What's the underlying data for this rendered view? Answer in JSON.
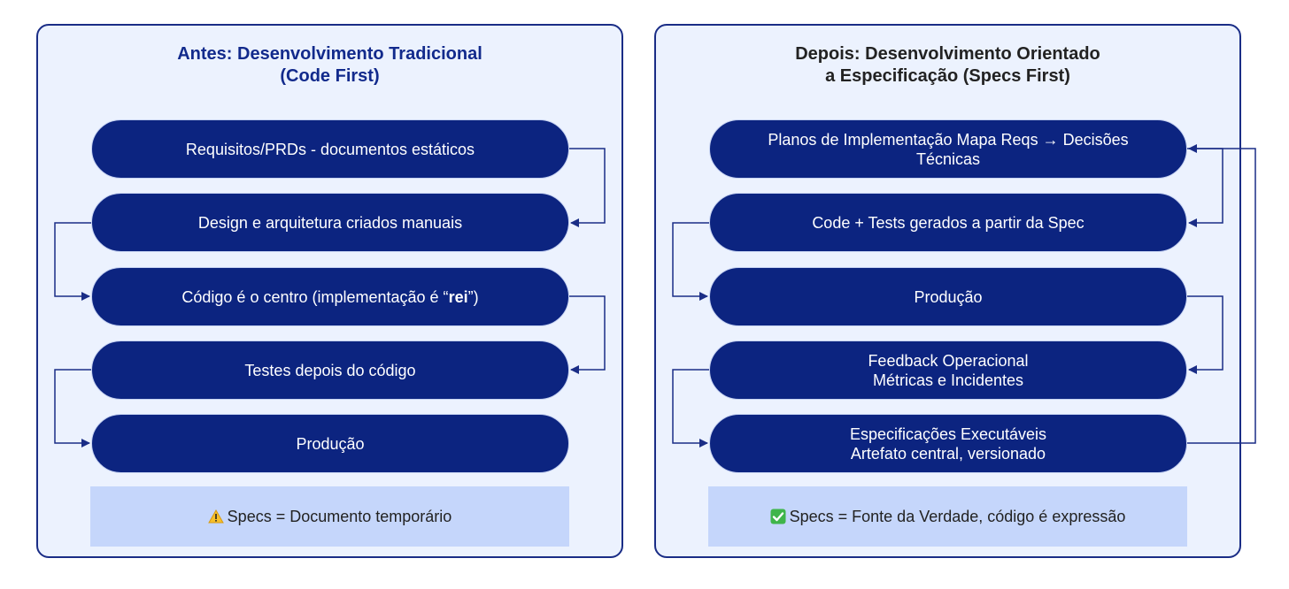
{
  "left_panel": {
    "title": "Antes: Desenvolvimento Tradicional\n(Code First)",
    "steps": [
      "Requisitos/PRDs - documentos estáticos",
      "Design e arquitetura criados manuais",
      "Código é o centro (implementação é “rei”)",
      "Testes depois do código",
      "Produção"
    ],
    "step3_parts": [
      "Código é o centro (implementação é “",
      "rei",
      "”)"
    ],
    "note": "Specs = Documento temporário",
    "note_icon": "warning-icon"
  },
  "right_panel": {
    "title": "Depois: Desenvolvimento Orientado\na Especificação  (Specs First)",
    "steps": [
      "Planos de Implementação Mapa Reqs → Decisões\nTécnicas",
      "Code + Tests gerados a partir da Spec",
      "Produção",
      "Feedback Operacional\nMétricas e Incidentes",
      "Especificações Executáveis\nArtefato central, versionado"
    ],
    "note": "Specs = Fonte da Verdade, código é expressão",
    "note_icon": "check-mark-icon"
  },
  "colors": {
    "panel_bg": "#ecf2fe",
    "panel_border": "#1a2d86",
    "step_bg": "#0c2480",
    "note_bg": "#c5d6fb",
    "arrow": "#1a2d86"
  }
}
